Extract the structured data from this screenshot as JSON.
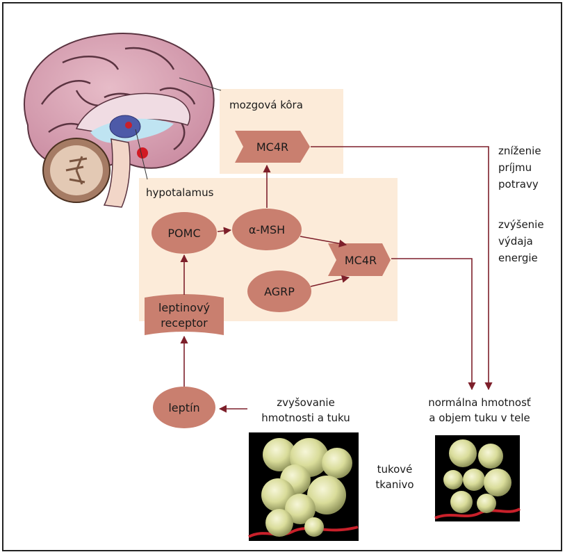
{
  "regions": {
    "cortex_label": "mozgová kôra",
    "hypothalamus_label": "hypotalamus"
  },
  "nodes": {
    "mc4r_cortex": "MC4R",
    "pomc": "POMC",
    "amsh": "α-MSH",
    "mc4r_hypo": "MC4R",
    "agrp": "AGRP",
    "receptor_line1": "leptinový",
    "receptor_line2": "receptor",
    "leptin": "leptín"
  },
  "effects": {
    "reduce_1": "zníženie",
    "reduce_2": "príjmu",
    "reduce_3": "potravy",
    "increase_1": "zvýšenie",
    "increase_2": "výdaja",
    "increase_3": "energie"
  },
  "captions": {
    "gain_1": "zvyšovanie",
    "gain_2": "hmotnosti a tuku",
    "normal_1": "normálna hmotnosť",
    "normal_2": "a objem tuku v tele",
    "tissue_1": "tukové",
    "tissue_2": "tkanivo"
  },
  "colors": {
    "node_fill": "#c97f6f",
    "panel_fill": "#fcebd9",
    "arrow": "#7d1f2a",
    "frame": "#222222"
  }
}
